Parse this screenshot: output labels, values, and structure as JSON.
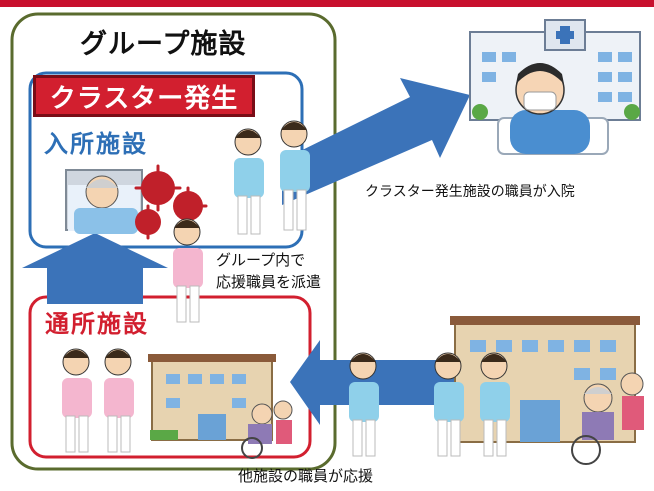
{
  "diagram": {
    "group_title": "グループ施設",
    "cluster_badge": "クラスター発生",
    "residential_facility": "入所施設",
    "day_facility": "通所施設",
    "caption_hospitalized": "クラスター発生施設の職員が入院",
    "caption_dispatch_line1": "グループ内で",
    "caption_dispatch_line2": "応援職員を派遣",
    "caption_other_support": "他施設の職員が応援"
  },
  "colors": {
    "top_bar": "#c8102e",
    "group_border": "#5a6b2e",
    "residential_border": "#2d6fb6",
    "day_border": "#d21f2f",
    "arrow_blue": "#3b73b9",
    "virus_red": "#c0202a"
  },
  "icons": [
    "hospital-icon",
    "patient-mask-icon",
    "virus-icon",
    "bedridden-elder-icon",
    "nurse-icon",
    "care-facility-icon",
    "wheelchair-elder-icon"
  ]
}
